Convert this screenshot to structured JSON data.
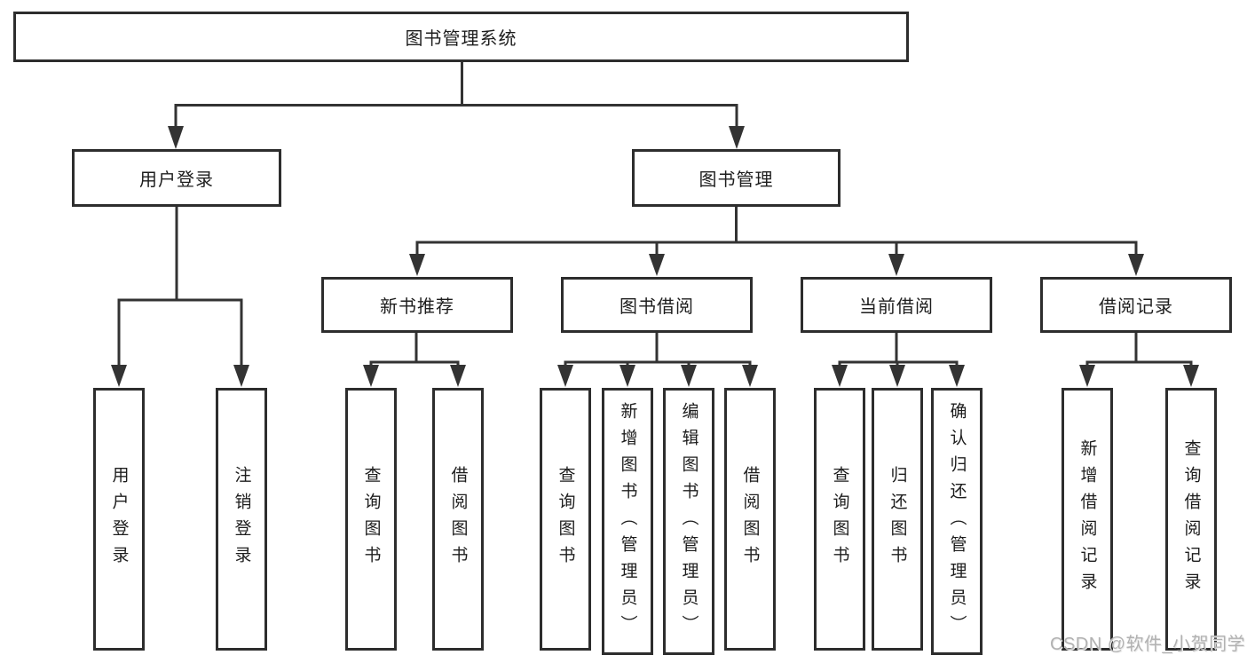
{
  "colors": {
    "line": "#333333",
    "box_border": "#2d2d2d",
    "text": "#1d1d1d",
    "watermark": "#b2b2b2",
    "background": "#ffffff"
  },
  "tree": {
    "root": {
      "label": "图书管理系统"
    },
    "branches": [
      {
        "label": "用户登录",
        "children": [
          {
            "label": "用户登录"
          },
          {
            "label": "注销登录"
          }
        ]
      },
      {
        "label": "图书管理",
        "children": [
          {
            "label": "新书推荐",
            "children": [
              {
                "label": "查询图书"
              },
              {
                "label": "借阅图书"
              }
            ]
          },
          {
            "label": "图书借阅",
            "children": [
              {
                "label": "查询图书"
              },
              {
                "label": "新增图书（管理员）"
              },
              {
                "label": "编辑图书（管理员）"
              },
              {
                "label": "借阅图书"
              }
            ]
          },
          {
            "label": "当前借阅",
            "children": [
              {
                "label": "查询图书"
              },
              {
                "label": "归还图书"
              },
              {
                "label": "确认归还（管理员）"
              }
            ]
          },
          {
            "label": "借阅记录",
            "children": [
              {
                "label": "新增借阅记录"
              },
              {
                "label": "查询借阅记录"
              }
            ]
          }
        ]
      }
    ]
  },
  "watermark": {
    "text": "CSDN @软件_小贺同学"
  }
}
